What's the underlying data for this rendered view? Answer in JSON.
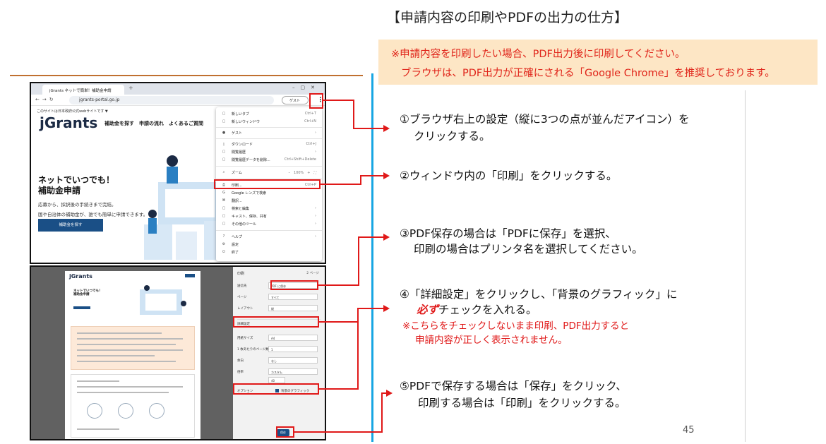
{
  "title": "【申請内容の印刷やPDFの出力の仕方】",
  "notice": {
    "line1": "※申請内容を印刷したい場合、PDF出力後に印刷してください。",
    "line2": "ブラウザは、PDF出力が正確にされる「Google Chrome」を推奨しております。"
  },
  "browser": {
    "tab_title": "jGrants ネットで簡単！補助金申請",
    "url": "jgrants-portal.go.jp",
    "guest_label": "ゲスト",
    "site_flag_text": "このサイトは日本政府公式webサイトです ▼",
    "site_logo": "jGrants",
    "site_nav": "補助金を探す　申請の流れ　よくあるご質問",
    "hero_heading_1": "ネットでいつでも！",
    "hero_heading_2": "補助金申請",
    "hero_text_1": "応募から、採択後の手続きまで完結。",
    "hero_text_2": "国や自治体の補助金が、誰でも簡単に申請できます。",
    "hero_button": "補助金を探す",
    "menu": [
      {
        "icon": "▢",
        "label": "新しいタブ",
        "shortcut": "Ctrl+T"
      },
      {
        "icon": "▢",
        "label": "新しいウィンドウ",
        "shortcut": "Ctrl+N"
      },
      {
        "icon": "●",
        "label": "ゲスト",
        "shortcut": "›"
      },
      {
        "icon": "⤓",
        "label": "ダウンロード",
        "shortcut": "Ctrl+J"
      },
      {
        "icon": "▢",
        "label": "閲覧履歴",
        "shortcut": "›"
      },
      {
        "icon": "▢",
        "label": "閲覧履歴データを削除...",
        "shortcut": "Ctrl+Shift+Delete"
      },
      {
        "icon": "⌕",
        "label": "ズーム",
        "shortcut": "–　100%　+　⛶"
      },
      {
        "icon": "⎙",
        "label": "印刷...",
        "shortcut": "Ctrl+P"
      },
      {
        "icon": "G",
        "label": "Google レンズで検索",
        "shortcut": ""
      },
      {
        "icon": "⌘",
        "label": "翻訳...",
        "shortcut": ""
      },
      {
        "icon": "▢",
        "label": "検索と編集",
        "shortcut": "›"
      },
      {
        "icon": "▢",
        "label": "キャスト、保存、共有",
        "shortcut": "›"
      },
      {
        "icon": "▢",
        "label": "その他のツール",
        "shortcut": "›"
      },
      {
        "icon": "?",
        "label": "ヘルプ",
        "shortcut": "›"
      },
      {
        "icon": "⚙",
        "label": "設定",
        "shortcut": ""
      },
      {
        "icon": "⏻",
        "label": "終了",
        "shortcut": ""
      }
    ]
  },
  "print_dialog": {
    "logo": "jGrants",
    "preview_heading_1": "ネットでいつでも！",
    "preview_heading_2": "補助金申請",
    "title": "印刷",
    "pages": "2 ページ",
    "destination_label": "送信先",
    "destination_value": "PDF に保存",
    "pages_label": "ページ",
    "pages_value": "すべて",
    "layout_label": "レイアウト",
    "layout_value": "縦",
    "more_settings": "詳細設定",
    "paper_label": "用紙サイズ",
    "paper_value": "A4",
    "pps_label": "1 枚あたりのページ数",
    "pps_value": "1",
    "margin_label": "余白",
    "margin_value": "なし",
    "scale_label": "倍率",
    "scale_value": "カスタム",
    "scale_number": "40",
    "options_label": "オプション",
    "bg_graphics": "背景のグラフィック",
    "save_button": "保存"
  },
  "steps": {
    "s1_line1": "①ブラウザ右上の設定（縦に3つの点が並んだアイコン）を",
    "s1_line2": "クリックする。",
    "s2": "②ウィンドウ内の「印刷」をクリックする。",
    "s3_line1": "③PDF保存の場合は「PDFに保存」を選択、",
    "s3_line2": "印刷の場合はプリンタ名を選択してください。",
    "s4_line1": "④「詳細設定」をクリックし、「背景のグラフィック」に",
    "s4_must": "必ず",
    "s4_line2_rest": "チェックを入れる。",
    "s4_warn1": "※こちらをチェックしないまま印刷、PDF出力すると",
    "s4_warn2": "申請内容が正しく表示されません。",
    "s5_line1": "⑤PDFで保存する場合は「保存」をクリック、",
    "s5_line2": "印刷する場合は「印刷」をクリックする。"
  },
  "page_number": "45",
  "colors": {
    "accent_red": "#e01919",
    "notice_bg": "#fde6c5",
    "divider_blue": "#17a6e3",
    "brand_navy": "#1a4f86"
  }
}
